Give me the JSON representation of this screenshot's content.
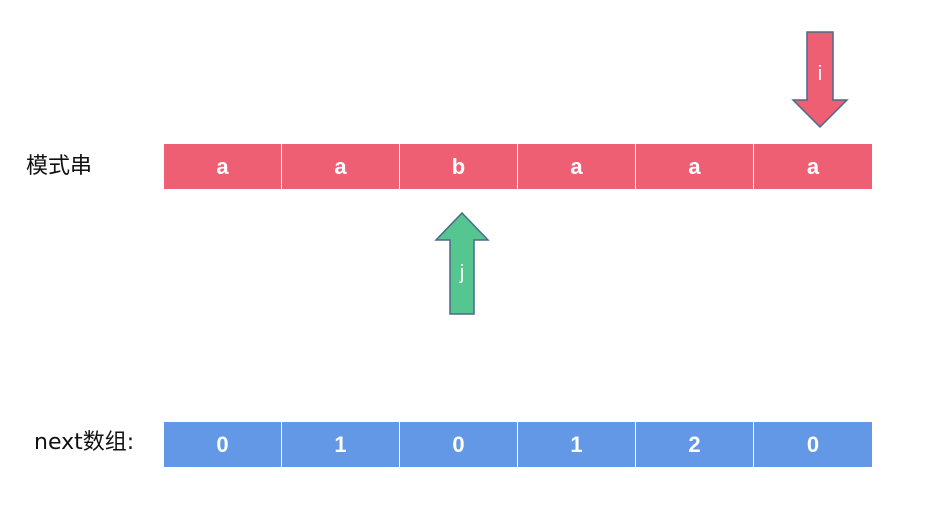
{
  "pattern": {
    "label": "模式串",
    "chars": [
      "a",
      "a",
      "b",
      "a",
      "a",
      "a"
    ],
    "color": "#ef5f73"
  },
  "next": {
    "label": "next数组:",
    "values": [
      "0",
      "1",
      "0",
      "1",
      "2",
      "0"
    ],
    "color": "#6398e6"
  },
  "pointers": {
    "i": {
      "label": "i",
      "index": 5,
      "color": "#ef5f73",
      "direction": "down"
    },
    "j": {
      "label": "j",
      "index": 2,
      "color": "#55c68f",
      "direction": "up"
    }
  }
}
